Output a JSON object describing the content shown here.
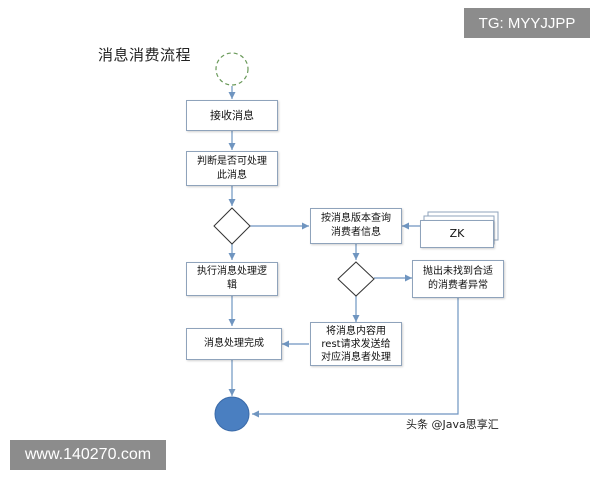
{
  "diagram": {
    "title": "消息消费流程",
    "nodes": {
      "start": "",
      "receive": "接收消息",
      "judge": "判断是否可处理\n此消息",
      "decision1": "",
      "execute": "执行消息处理逻\n辑",
      "done": "消息处理完成",
      "query": "按消息版本查询\n消费者信息",
      "zk": "ZK",
      "decision2": "",
      "exception": "抛出未找到合适\n的消费者异常",
      "forward": "将消息内容用\nrest请求发送给\n对应消息者处理",
      "end": ""
    },
    "edges": [
      [
        "start",
        "receive"
      ],
      [
        "receive",
        "judge"
      ],
      [
        "judge",
        "decision1"
      ],
      [
        "decision1",
        "execute"
      ],
      [
        "decision1",
        "query"
      ],
      [
        "execute",
        "done"
      ],
      [
        "done",
        "end"
      ],
      [
        "zk",
        "query"
      ],
      [
        "query",
        "decision2"
      ],
      [
        "decision2",
        "exception"
      ],
      [
        "decision2",
        "forward"
      ],
      [
        "forward",
        "done"
      ],
      [
        "exception",
        "end"
      ]
    ]
  },
  "overlays": {
    "tg_label": "TG: MYYJJPP",
    "site_label": "www.140270.com",
    "credit": "头条 @Java思享汇"
  },
  "colors": {
    "edge": "#6f95c0",
    "end_fill": "#4a7fc1",
    "border": "#8fa3bb",
    "start_outline": "#6a9a5a"
  }
}
